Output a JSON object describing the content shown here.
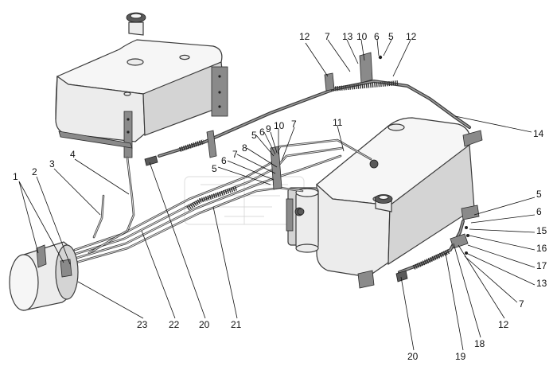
{
  "callouts": [
    {
      "id": "c1",
      "text": "1"
    },
    {
      "id": "c2",
      "text": "2"
    },
    {
      "id": "c3",
      "text": "3"
    },
    {
      "id": "c4",
      "text": "4"
    },
    {
      "id": "c5a",
      "text": "5"
    },
    {
      "id": "c6a",
      "text": "6"
    },
    {
      "id": "c7a",
      "text": "7"
    },
    {
      "id": "c8",
      "text": "8"
    },
    {
      "id": "c5b",
      "text": "5"
    },
    {
      "id": "c6b",
      "text": "6"
    },
    {
      "id": "c9",
      "text": "9"
    },
    {
      "id": "c10a",
      "text": "10"
    },
    {
      "id": "c7b",
      "text": "7"
    },
    {
      "id": "c11",
      "text": "11"
    },
    {
      "id": "c12a",
      "text": "12"
    },
    {
      "id": "c7c",
      "text": "7"
    },
    {
      "id": "c13a",
      "text": "13"
    },
    {
      "id": "c10b",
      "text": "10"
    },
    {
      "id": "c6c",
      "text": "6"
    },
    {
      "id": "c5c",
      "text": "5"
    },
    {
      "id": "c12b",
      "text": "12"
    },
    {
      "id": "c14",
      "text": "14"
    },
    {
      "id": "c5d",
      "text": "5"
    },
    {
      "id": "c6d",
      "text": "6"
    },
    {
      "id": "c15",
      "text": "15"
    },
    {
      "id": "c16",
      "text": "16"
    },
    {
      "id": "c17",
      "text": "17"
    },
    {
      "id": "c13b",
      "text": "13"
    },
    {
      "id": "c7d",
      "text": "7"
    },
    {
      "id": "c12c",
      "text": "12"
    },
    {
      "id": "c18",
      "text": "18"
    },
    {
      "id": "c19",
      "text": "19"
    },
    {
      "id": "c20a",
      "text": "20"
    },
    {
      "id": "c20b",
      "text": "20"
    },
    {
      "id": "c21",
      "text": "21"
    },
    {
      "id": "c22",
      "text": "22"
    },
    {
      "id": "c23",
      "text": "23"
    }
  ]
}
